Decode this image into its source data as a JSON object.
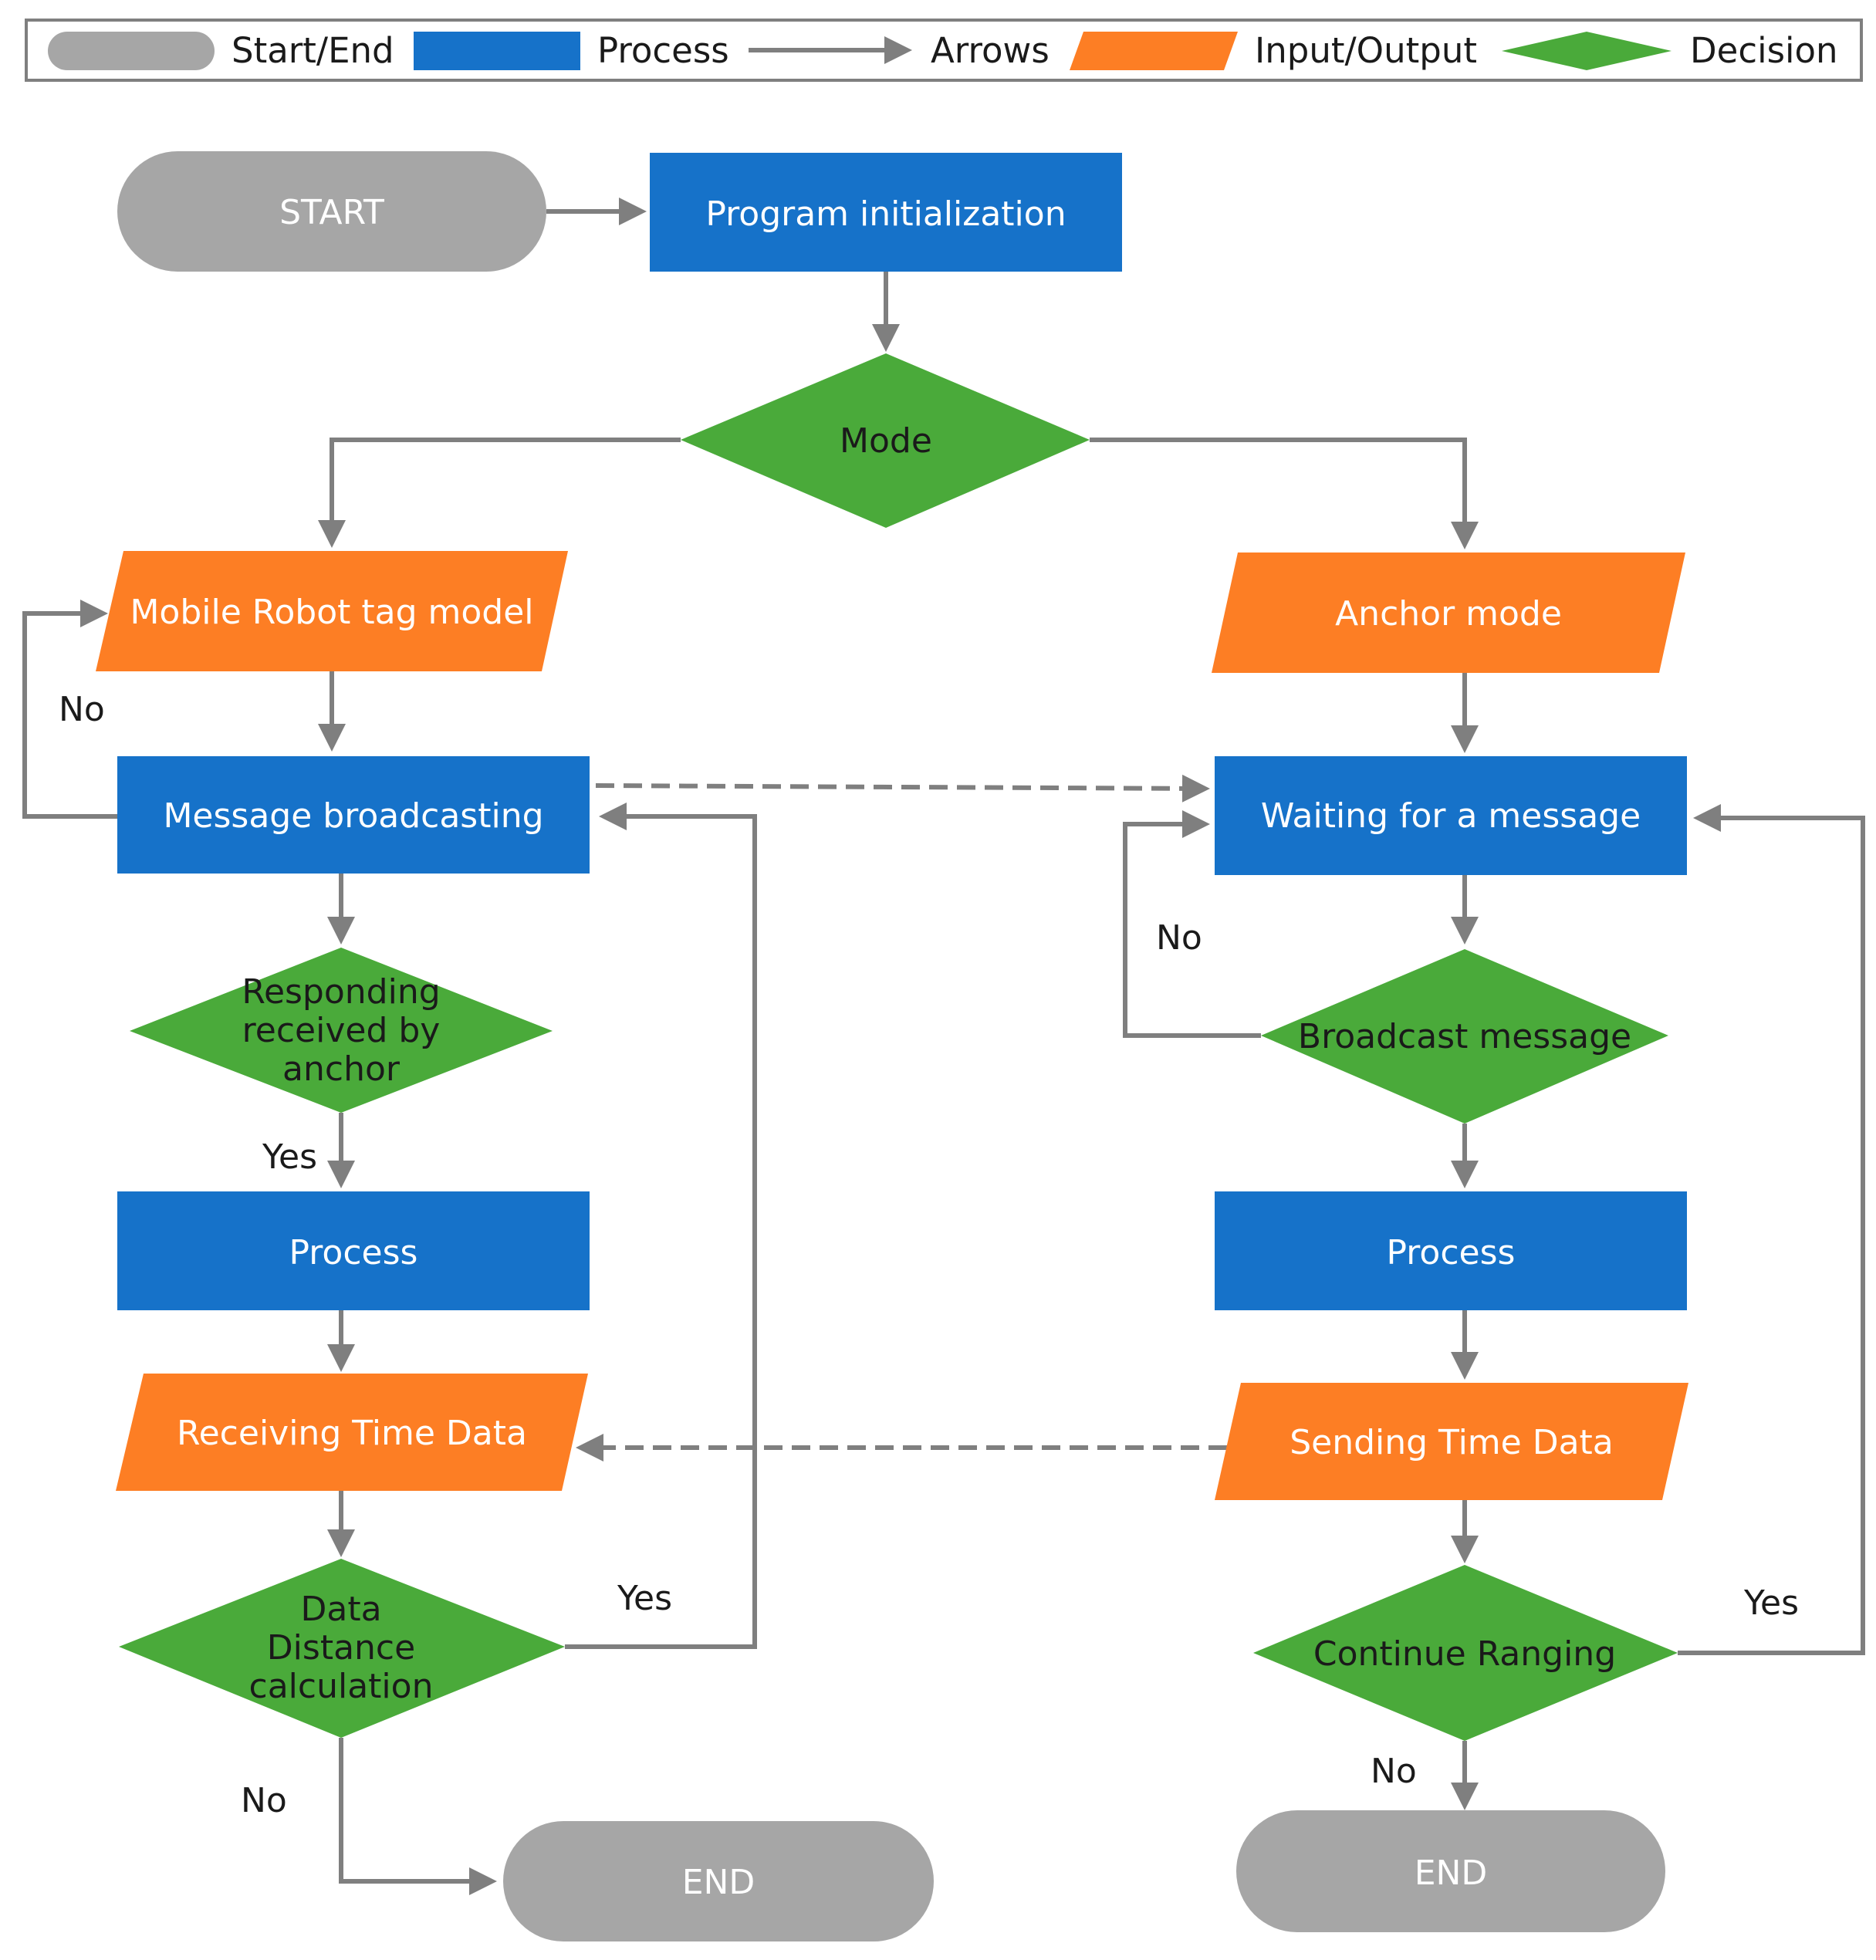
{
  "colors": {
    "start_end": "#a6a6a6",
    "process": "#1672c9",
    "input_output": "#fd7e24",
    "decision": "#4aaa3a",
    "arrow": "#7f7f7f"
  },
  "legend": {
    "start_end": "Start/End",
    "process": "Process",
    "arrows": "Arrows",
    "input_output": "Input/Output",
    "decision": "Decision"
  },
  "nodes": {
    "start": "START",
    "program_init": "Program initialization",
    "mode": "Mode",
    "tag_model": "Mobile Robot tag model",
    "anchor_mode": "Anchor mode",
    "message_broadcasting": "Message broadcasting",
    "waiting_message": "Waiting for a message",
    "responding_received": [
      "Responding",
      "received by",
      "anchor"
    ],
    "broadcast_message": "Broadcast message",
    "process_left": "Process",
    "process_right": "Process",
    "receiving_time": "Receiving Time Data",
    "sending_time": "Sending Time Data",
    "data_distance": [
      "Data",
      "Distance",
      "calculation"
    ],
    "continue_ranging": "Continue Ranging",
    "end_left": "END",
    "end_right": "END"
  },
  "edge_labels": {
    "tag_no": "No",
    "responding_yes": "Yes",
    "data_yes": "Yes",
    "data_no": "No",
    "broadcast_no": "No",
    "continue_yes": "Yes",
    "continue_no": "No"
  }
}
